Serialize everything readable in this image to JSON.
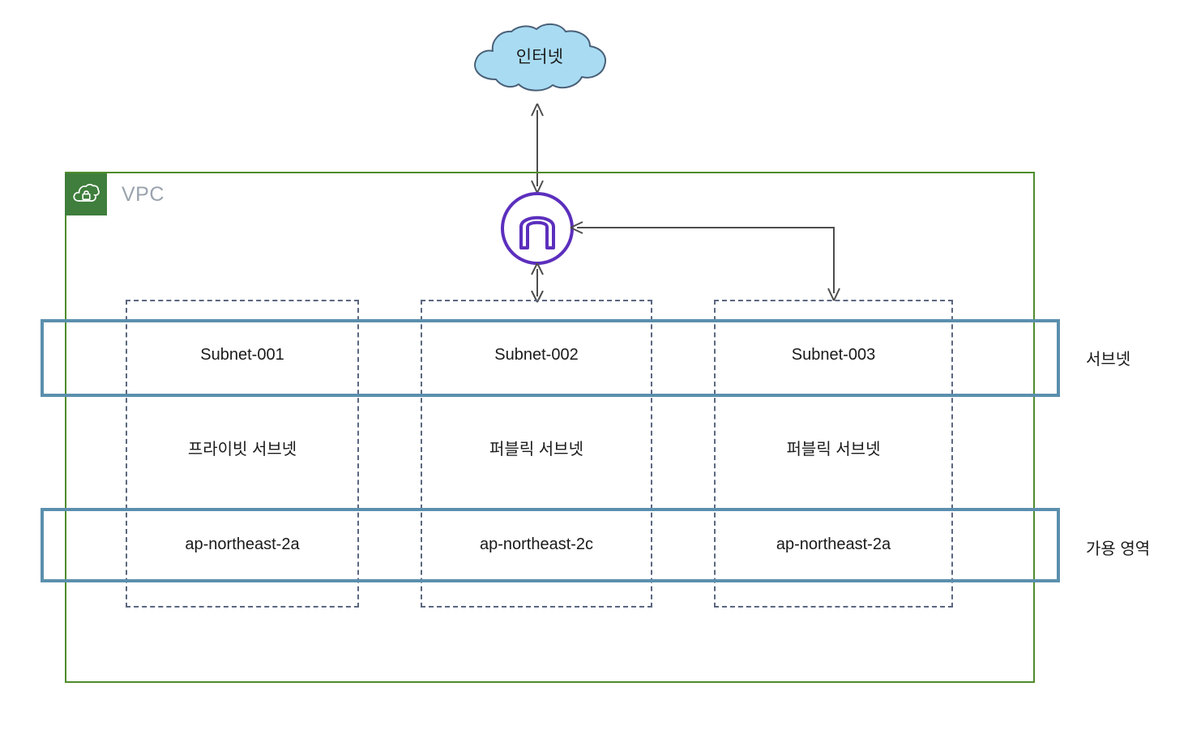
{
  "diagram": {
    "internet": {
      "label": "인터넷",
      "icon": "cloud-icon",
      "fill_color": "#a9dcf2",
      "stroke_color": "#4a6078"
    },
    "vpc": {
      "title": "VPC",
      "icon": "vpc-cloud-lock-icon",
      "border_color": "#4e8c2b",
      "icon_tile_color": "#3f7e3c",
      "title_color": "#9aa3ad"
    },
    "internet_gateway": {
      "icon": "internet-gateway-icon",
      "color": "#5c2fbd"
    },
    "bands": {
      "border_color": "#5b8fad",
      "subnet_label": "서브넷",
      "az_label": "가용 영역"
    },
    "subnet_border_color": "#5b6780",
    "columns": [
      {
        "name": "Subnet-001",
        "kind": "프라이빗 서브넷",
        "availability_zone": "ap-northeast-2a"
      },
      {
        "name": "Subnet-002",
        "kind": "퍼블릭 서브넷",
        "availability_zone": "ap-northeast-2c"
      },
      {
        "name": "Subnet-003",
        "kind": "퍼블릭 서브넷",
        "availability_zone": "ap-northeast-2a"
      }
    ],
    "connectors": [
      {
        "name": "internet-to-gateway",
        "style": "double-arrow",
        "color": "#4d4d4d"
      },
      {
        "name": "gateway-to-subnet-002",
        "style": "double-arrow",
        "color": "#4d4d4d"
      },
      {
        "name": "gateway-to-subnet-003",
        "style": "elbow-double-arrow",
        "color": "#4d4d4d"
      }
    ]
  }
}
